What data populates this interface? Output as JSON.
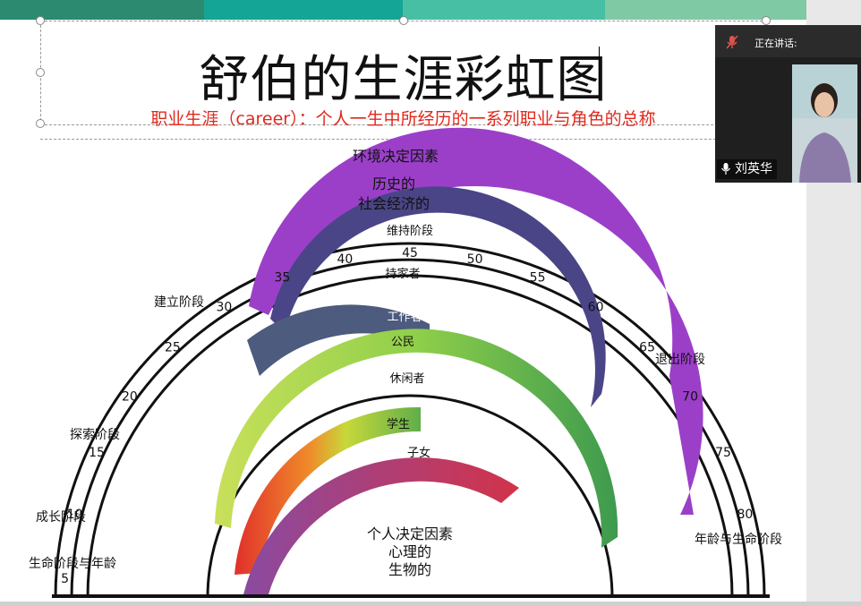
{
  "slide": {
    "title": "舒伯的生涯彩虹图",
    "subtitle": "职业生涯（career）：个人一生中所经历的一系列职业与角色的总称",
    "theme_colors": [
      "#2b8a6f",
      "#14a596",
      "#47bfa5",
      "#7fc9a4"
    ]
  },
  "diagram": {
    "env_title": "环境决定因素",
    "env_line1": "历史的",
    "env_line2": "社会经济的",
    "personal_title": "个人决定因素",
    "personal_line1": "心理的",
    "personal_line2": "生物的",
    "stages": {
      "maintenance": "维持阶段",
      "establishment": "建立阶段",
      "exploration": "探索阶段",
      "growth": "成长阶段",
      "life_stage_age_left": "生命阶段与年龄",
      "decline": "退出阶段",
      "age_life_stage_right": "年龄与生命阶段"
    },
    "roles": {
      "homemaker": "持家者",
      "worker": "工作者",
      "citizen": "公民",
      "leisurite": "休闲者",
      "student": "学生",
      "child": "子女"
    },
    "role_colors": {
      "homemaker": "#9b3fc9",
      "worker": "#4a4586",
      "citizen": "#4c5b7e",
      "leisurite": "#46a84f",
      "student": "#b0d43c",
      "child": "#c44064"
    },
    "ages": [
      "5",
      "10",
      "15",
      "20",
      "25",
      "30",
      "35",
      "40",
      "45",
      "50",
      "55",
      "60",
      "65",
      "70",
      "75",
      "80"
    ]
  },
  "meeting": {
    "speaking_label": "正在讲话:",
    "participant_name": "刘英华",
    "mic_off_icon": "mic-off-icon",
    "mic_icon": "microphone-icon"
  }
}
